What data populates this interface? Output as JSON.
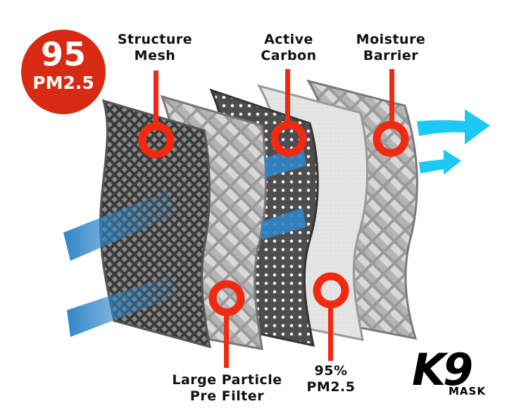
{
  "badge": {
    "value": "95",
    "unit": "PM2.5",
    "color": "#d82a12"
  },
  "layers_top_labels": [
    {
      "line1": "Structure",
      "line2": "Mesh"
    },
    {
      "line1": "Active",
      "line2": "Carbon"
    },
    {
      "line1": "Moisture",
      "line2": "Barrier"
    }
  ],
  "layers_bottom_labels": [
    {
      "line1": "Large Particle",
      "line2": "Pre Filter"
    },
    {
      "line1": "95%",
      "line2": "PM2.5"
    }
  ],
  "logo": {
    "mark": "K9",
    "word": "MASK"
  },
  "colors": {
    "callout_red": "#f02a10",
    "airflow_in_blue": "#2f86c8",
    "airflow_out_cyan": "#1cc8f4",
    "layer_dark": "#4a4a4a",
    "layer_light": "#c8c8c8"
  }
}
